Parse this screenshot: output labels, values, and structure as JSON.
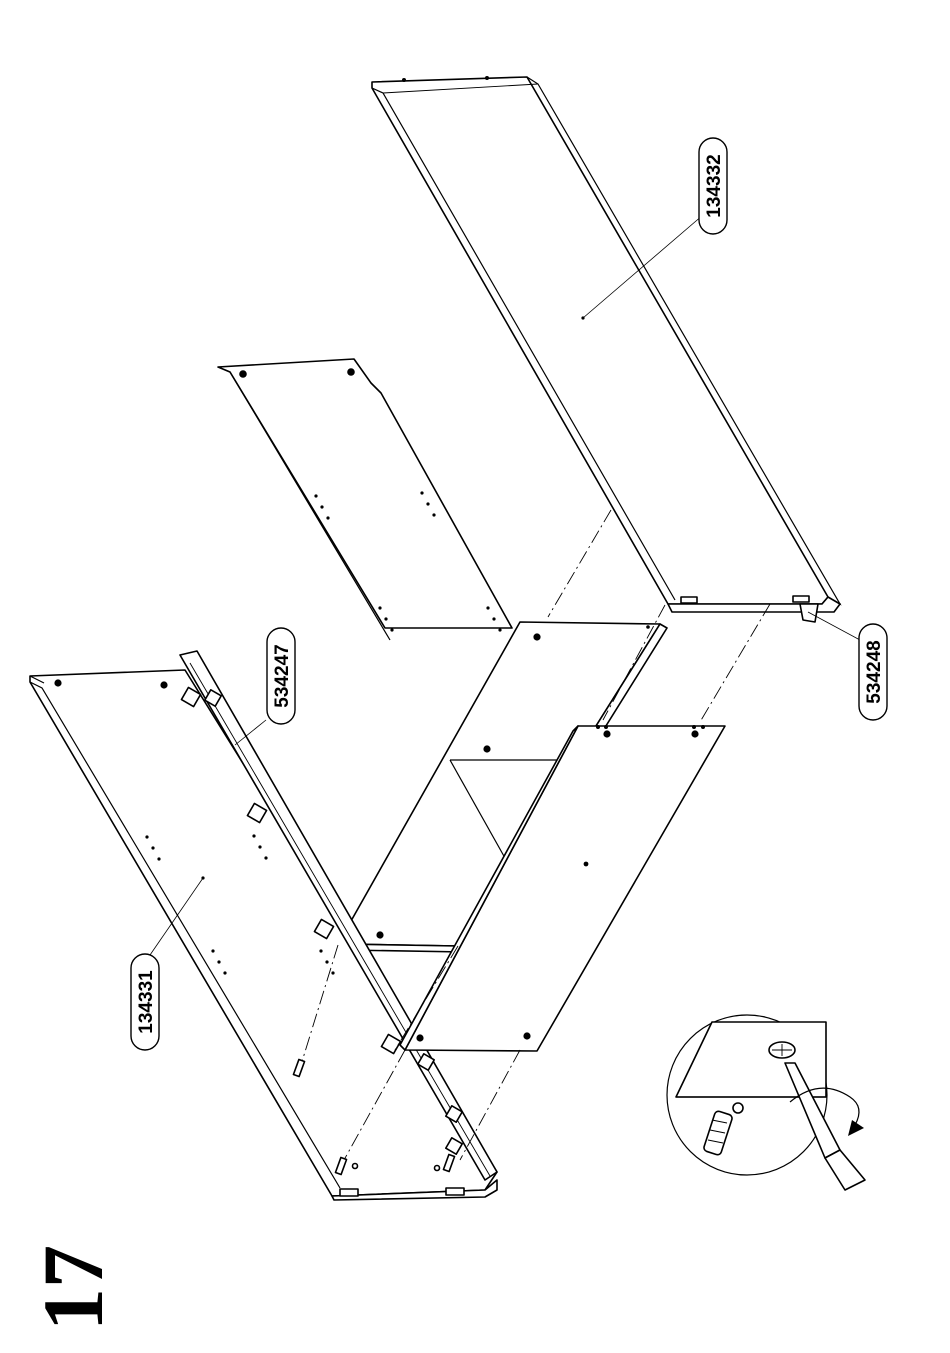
{
  "step": {
    "number": "17"
  },
  "parts": [
    {
      "id": "p1",
      "code": "134332"
    },
    {
      "id": "p2",
      "code": "534247"
    },
    {
      "id": "p3",
      "code": "534248"
    },
    {
      "id": "p4",
      "code": "134331"
    }
  ],
  "detail": {
    "tool_icon": "screwdriver-icon",
    "fastener_icon": "cam-lock-icon",
    "dowel_icon": "wood-dowel-icon"
  },
  "colors": {
    "line": "#000000",
    "background": "#ffffff"
  }
}
